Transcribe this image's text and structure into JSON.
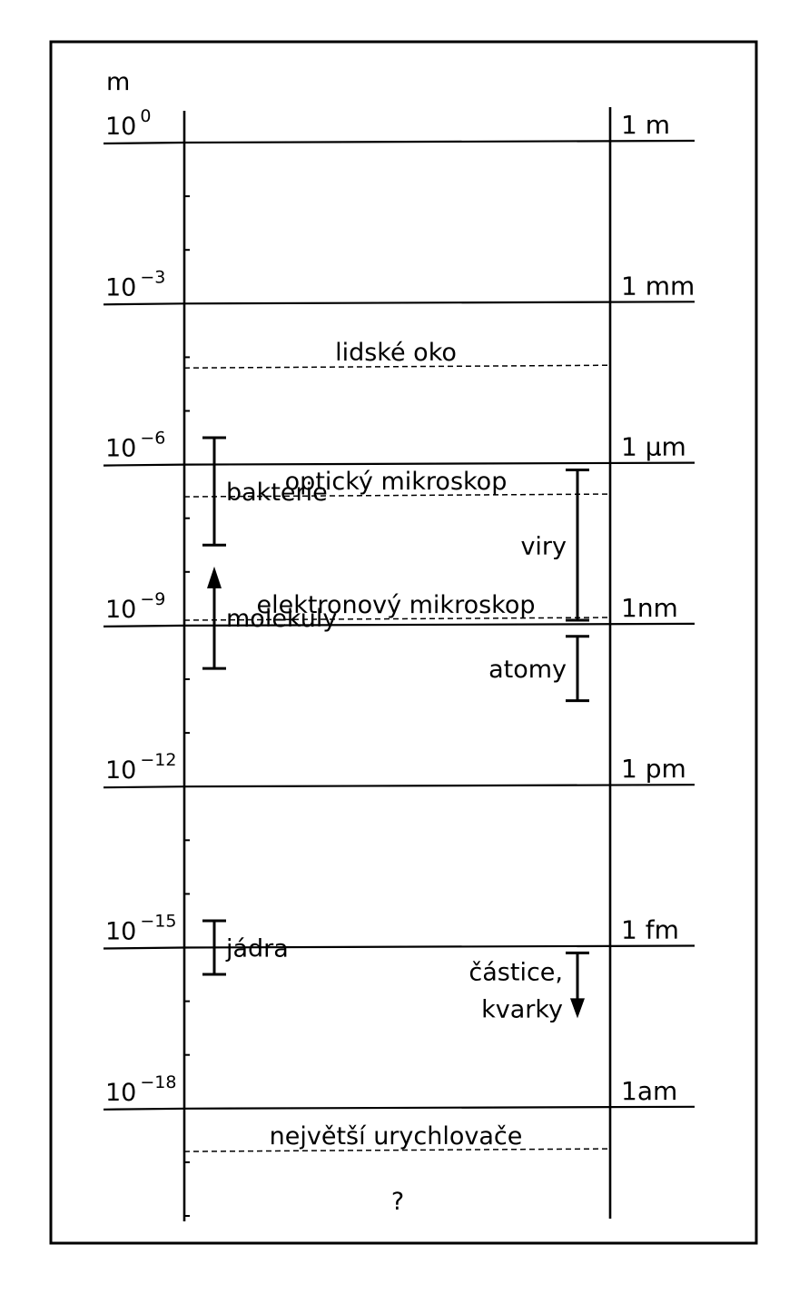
{
  "unit_label": "m",
  "decades": [
    {
      "exponent": 0,
      "base": "10",
      "sup": "0",
      "unit": "1 m"
    },
    {
      "exponent": -3,
      "base": "10",
      "sup": "−3",
      "unit": "1 mm"
    },
    {
      "exponent": -6,
      "base": "10",
      "sup": "−6",
      "unit": "1 μm"
    },
    {
      "exponent": -9,
      "base": "10",
      "sup": "−9",
      "unit": "1nm"
    },
    {
      "exponent": -12,
      "base": "10",
      "sup": "−12",
      "unit": "1 pm"
    },
    {
      "exponent": -15,
      "base": "10",
      "sup": "−15",
      "unit": "1 fm"
    },
    {
      "exponent": -18,
      "base": "10",
      "sup": "−18",
      "unit": "1am"
    }
  ],
  "limits": [
    {
      "label": "lidské oko",
      "exponent": -4.2
    },
    {
      "label": "optický mikroskop",
      "exponent": -6.6
    },
    {
      "label": "elektronový mikroskop",
      "exponent": -8.9
    },
    {
      "label": "největší urychlovače",
      "exponent": -18.8
    }
  ],
  "ranges": [
    {
      "label": "bakterie",
      "from": -5.5,
      "to": -7.5,
      "side": "left",
      "arrow": "none"
    },
    {
      "label": "molekuly",
      "from": -7.9,
      "to": -9.8,
      "side": "left",
      "arrow": "up"
    },
    {
      "label": "jádra",
      "from": -14.5,
      "to": -15.5,
      "side": "left",
      "arrow": "none"
    },
    {
      "label": "viry",
      "from": -6.1,
      "to": -8.9,
      "side": "right",
      "arrow": "none"
    },
    {
      "label": "atomy",
      "from": -9.2,
      "to": -10.4,
      "side": "right",
      "arrow": "none"
    }
  ],
  "particles": {
    "lines": [
      "částice,",
      "kvarky"
    ],
    "from": -15.1,
    "arrow": "down"
  },
  "unknown_label": "?",
  "colors": {
    "ink": "#000000",
    "background": "#ffffff"
  }
}
